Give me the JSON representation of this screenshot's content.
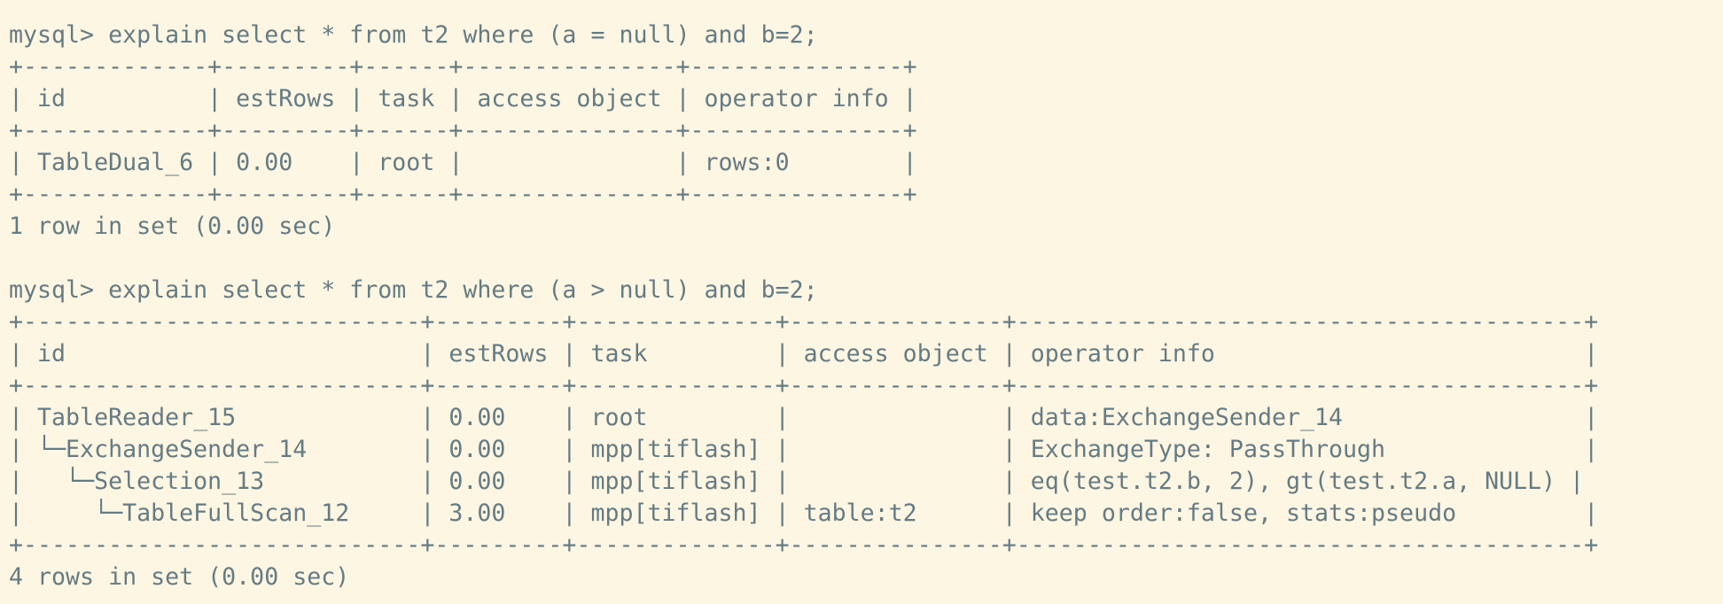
{
  "terminal": {
    "background": "#fdf6e3",
    "foreground": "#657b83",
    "lines": [
      "mysql> explain select * from t2 where (a = null) and b=2;",
      "+-------------+---------+------+---------------+---------------+",
      "| id          | estRows | task | access object | operator info |",
      "+-------------+---------+------+---------------+---------------+",
      "| TableDual_6 | 0.00    | root |               | rows:0        |",
      "+-------------+---------+------+---------------+---------------+",
      "1 row in set (0.00 sec)",
      "",
      "mysql> explain select * from t2 where (a > null) and b=2;",
      "+----------------------------+---------+--------------+---------------+----------------------------------------+",
      "| id                         | estRows | task         | access object | operator info                          |",
      "+----------------------------+---------+--------------+---------------+----------------------------------------+",
      "| TableReader_15             | 0.00    | root         |               | data:ExchangeSender_14                 |",
      "| └─ExchangeSender_14        | 0.00    | mpp[tiflash] |               | ExchangeType: PassThrough              |",
      "|   └─Selection_13           | 0.00    | mpp[tiflash] |               | eq(test.t2.b, 2), gt(test.t2.a, NULL) |",
      "|     └─TableFullScan_12     | 3.00    | mpp[tiflash] | table:t2      | keep order:false, stats:pseudo         |",
      "+----------------------------+---------+--------------+---------------+----------------------------------------+",
      "4 rows in set (0.00 sec)"
    ]
  }
}
